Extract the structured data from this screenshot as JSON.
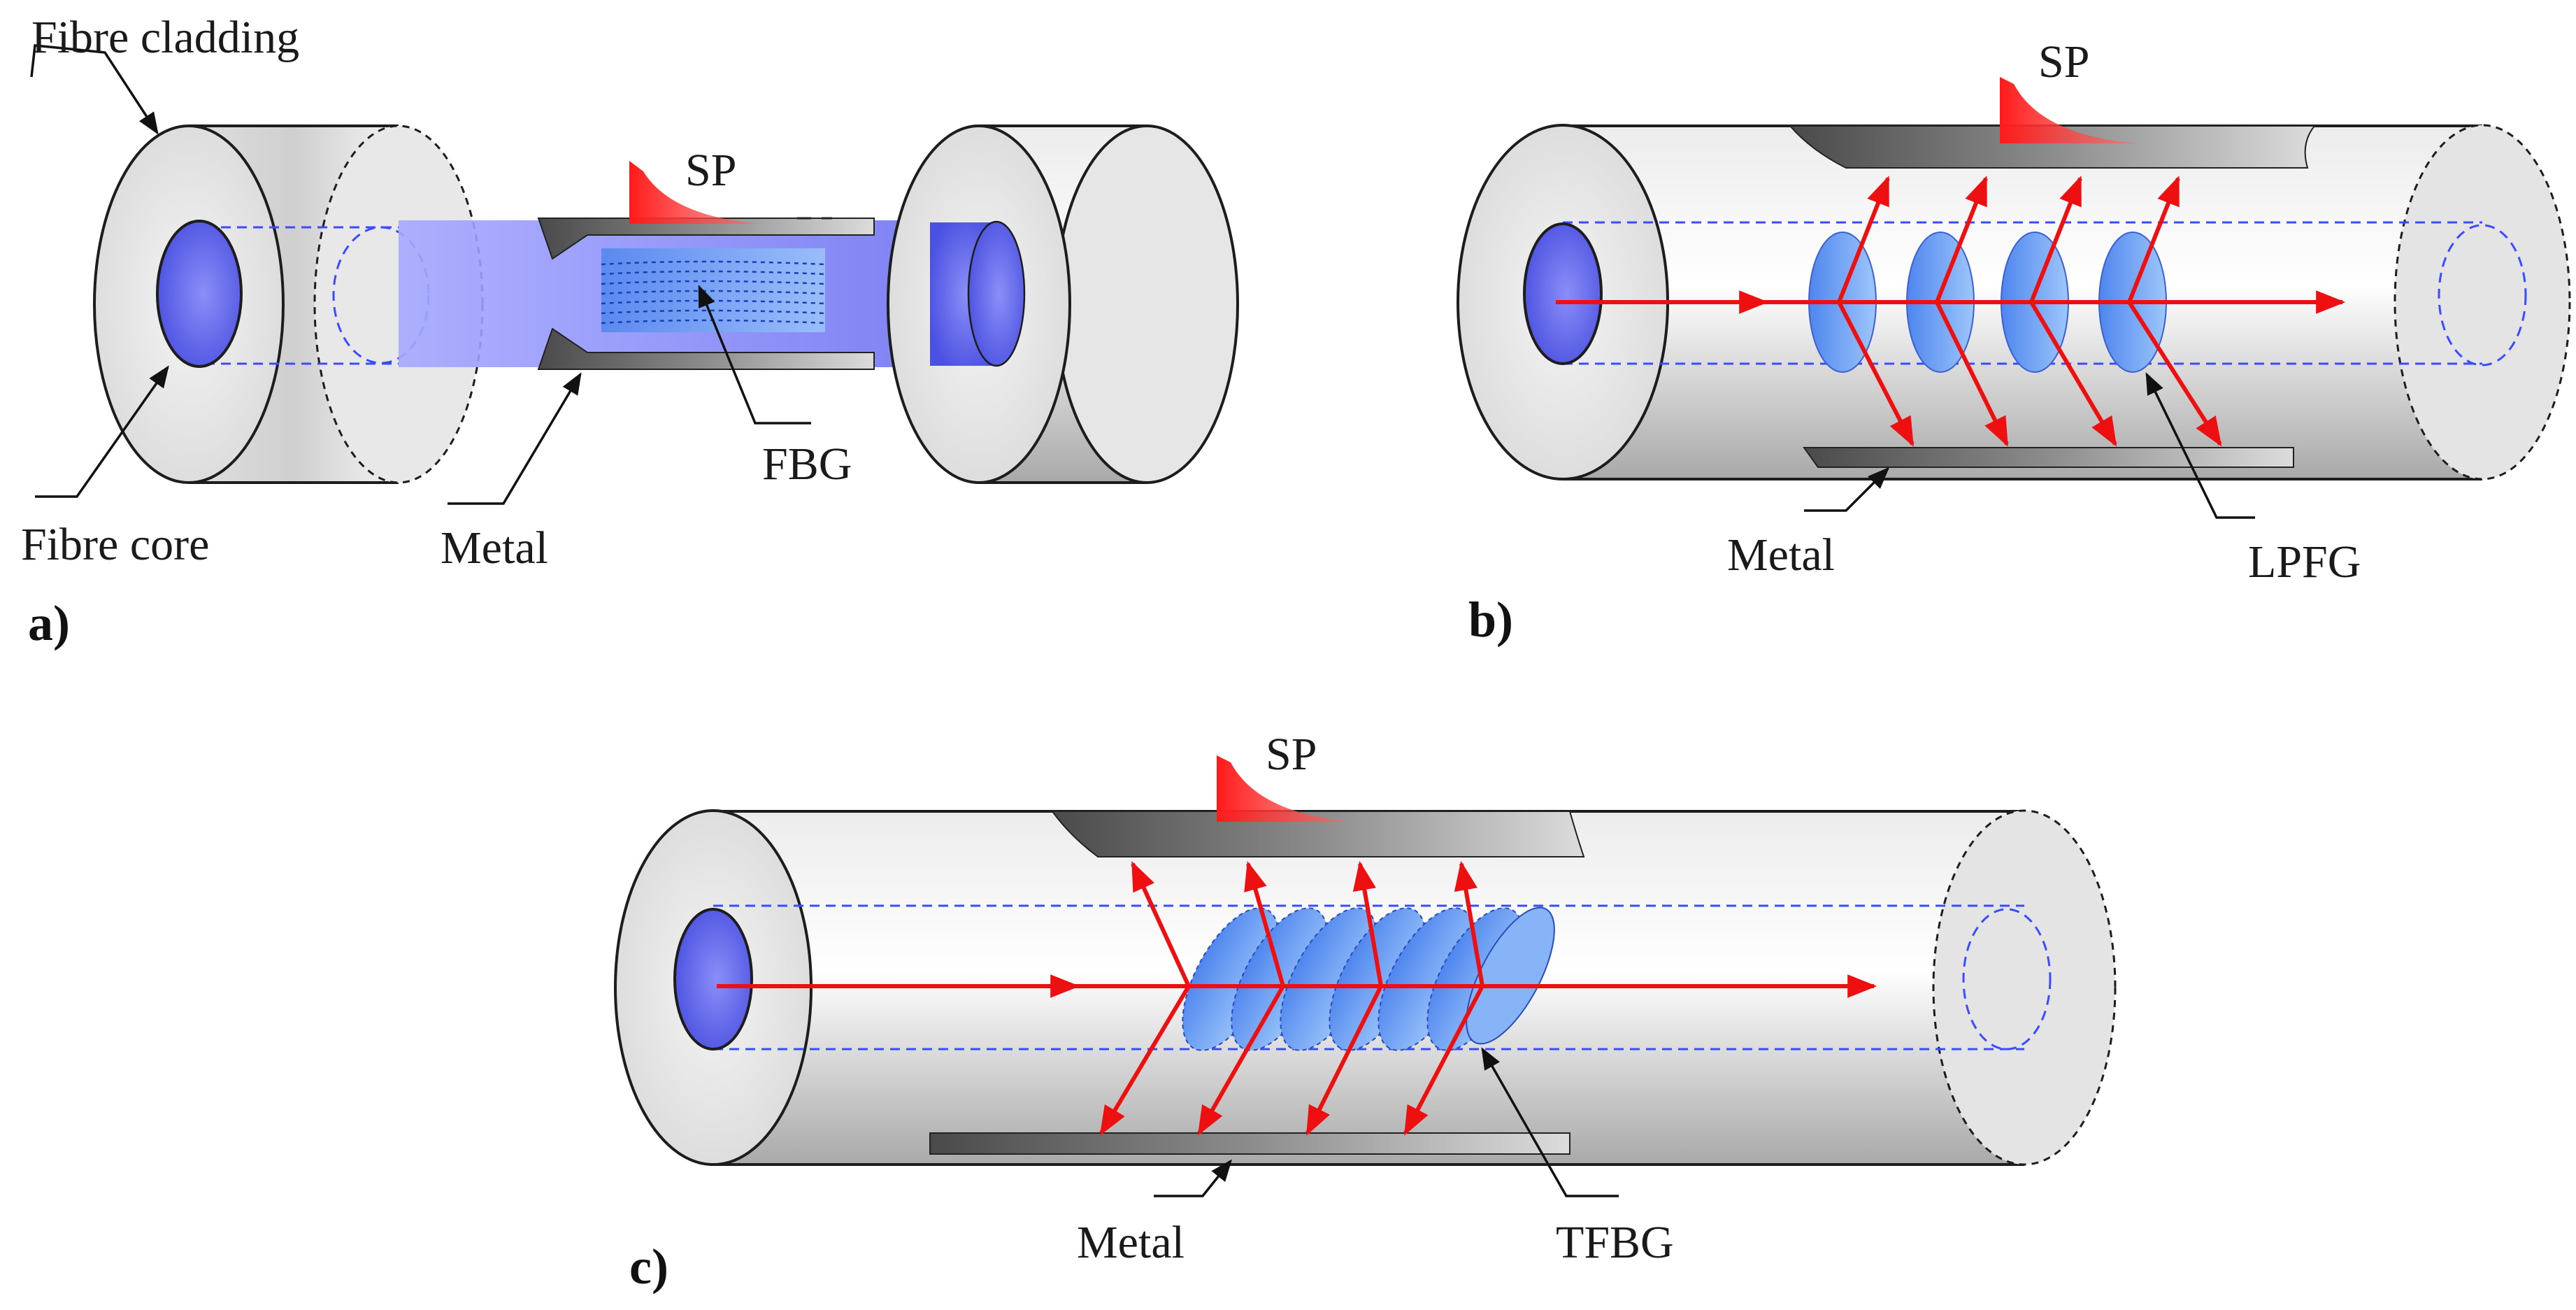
{
  "panel_a": {
    "tag": "a)",
    "labels": {
      "cladding": "Fibre cladding",
      "core": "Fibre core",
      "metal": "Metal",
      "grating": "FBG",
      "sp": "SP"
    }
  },
  "panel_b": {
    "tag": "b)",
    "labels": {
      "metal": "Metal",
      "grating": "LPFG",
      "sp": "SP"
    }
  },
  "panel_c": {
    "tag": "c)",
    "labels": {
      "metal": "Metal",
      "grating": "TFBG",
      "sp": "SP"
    }
  },
  "colors": {
    "cladding": "#e6e6e6",
    "core": "#6a6ef0",
    "grating": "#5a9cf2",
    "metal": "#7a7a7a",
    "ray": "#ee1010",
    "core_outline": "#3a4cff"
  }
}
